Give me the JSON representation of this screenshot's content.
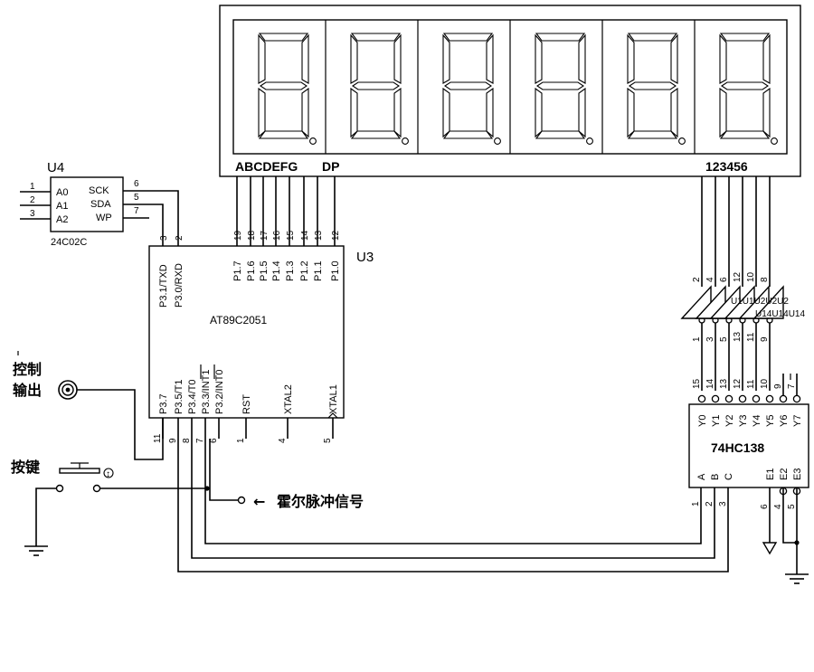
{
  "display": {
    "segment_labels": "ABCDEFG",
    "dp_label": "DP",
    "digit_labels": "123456"
  },
  "u4": {
    "ref": "U4",
    "part": "24C02C",
    "left_pins": [
      {
        "num": "1",
        "name": "A0"
      },
      {
        "num": "2",
        "name": "A1"
      },
      {
        "num": "3",
        "name": "A2"
      }
    ],
    "right_pins": [
      {
        "num": "6",
        "name": "SCK"
      },
      {
        "num": "5",
        "name": "SDA"
      },
      {
        "num": "7",
        "name": "WP"
      }
    ]
  },
  "u3": {
    "ref": "U3",
    "part": "AT89C2051",
    "top_pins": [
      {
        "num": "3",
        "name": "P3.1/TXD"
      },
      {
        "num": "2",
        "name": "P3.0/RXD"
      },
      {
        "num": "19",
        "name": "P1.7"
      },
      {
        "num": "18",
        "name": "P1.6"
      },
      {
        "num": "17",
        "name": "P1.5"
      },
      {
        "num": "16",
        "name": "P1.4"
      },
      {
        "num": "15",
        "name": "P1.3"
      },
      {
        "num": "14",
        "name": "P1.2"
      },
      {
        "num": "13",
        "name": "P1.1"
      },
      {
        "num": "12",
        "name": "P1.0"
      }
    ],
    "bottom_pins": [
      {
        "num": "11",
        "name": "P3.7"
      },
      {
        "num": "9",
        "name": "P3.5/T1"
      },
      {
        "num": "8",
        "name": "P3.4/T0"
      },
      {
        "num": "7",
        "name": "P3.3/INT1"
      },
      {
        "num": "6",
        "name": "P3.2/INT0"
      },
      {
        "num": "1",
        "name": "RST"
      },
      {
        "num": "4",
        "name": "XTAL2"
      },
      {
        "num": "5",
        "name": "XTAL1"
      }
    ]
  },
  "inverters": {
    "input_pins": [
      "2",
      "4",
      "6",
      "12",
      "10",
      "8"
    ],
    "output_pins": [
      "1",
      "3",
      "5",
      "13",
      "11",
      "9"
    ],
    "overlap_text": "U1U1U2U2U2",
    "overlap_text2": "U14U14U14"
  },
  "u138": {
    "part": "74HC138",
    "outputs": [
      {
        "num": "15",
        "name": "Y0"
      },
      {
        "num": "14",
        "name": "Y1"
      },
      {
        "num": "13",
        "name": "Y2"
      },
      {
        "num": "12",
        "name": "Y3"
      },
      {
        "num": "11",
        "name": "Y4"
      },
      {
        "num": "10",
        "name": "Y5"
      },
      {
        "num": "9",
        "name": "Y6"
      },
      {
        "num": "7",
        "name": "Y7"
      }
    ],
    "inputs": [
      {
        "num": "1",
        "name": "A"
      },
      {
        "num": "2",
        "name": "B"
      },
      {
        "num": "3",
        "name": "C"
      }
    ],
    "enables": [
      {
        "num": "6",
        "name": "E1"
      },
      {
        "num": "4",
        "name": "E2"
      },
      {
        "num": "5",
        "name": "E3"
      }
    ]
  },
  "labels": {
    "control_output_line1": "控制",
    "control_output_line2": "输出",
    "button": "按键",
    "hall_signal": "霍尔脉冲信号",
    "arrow": "←"
  }
}
